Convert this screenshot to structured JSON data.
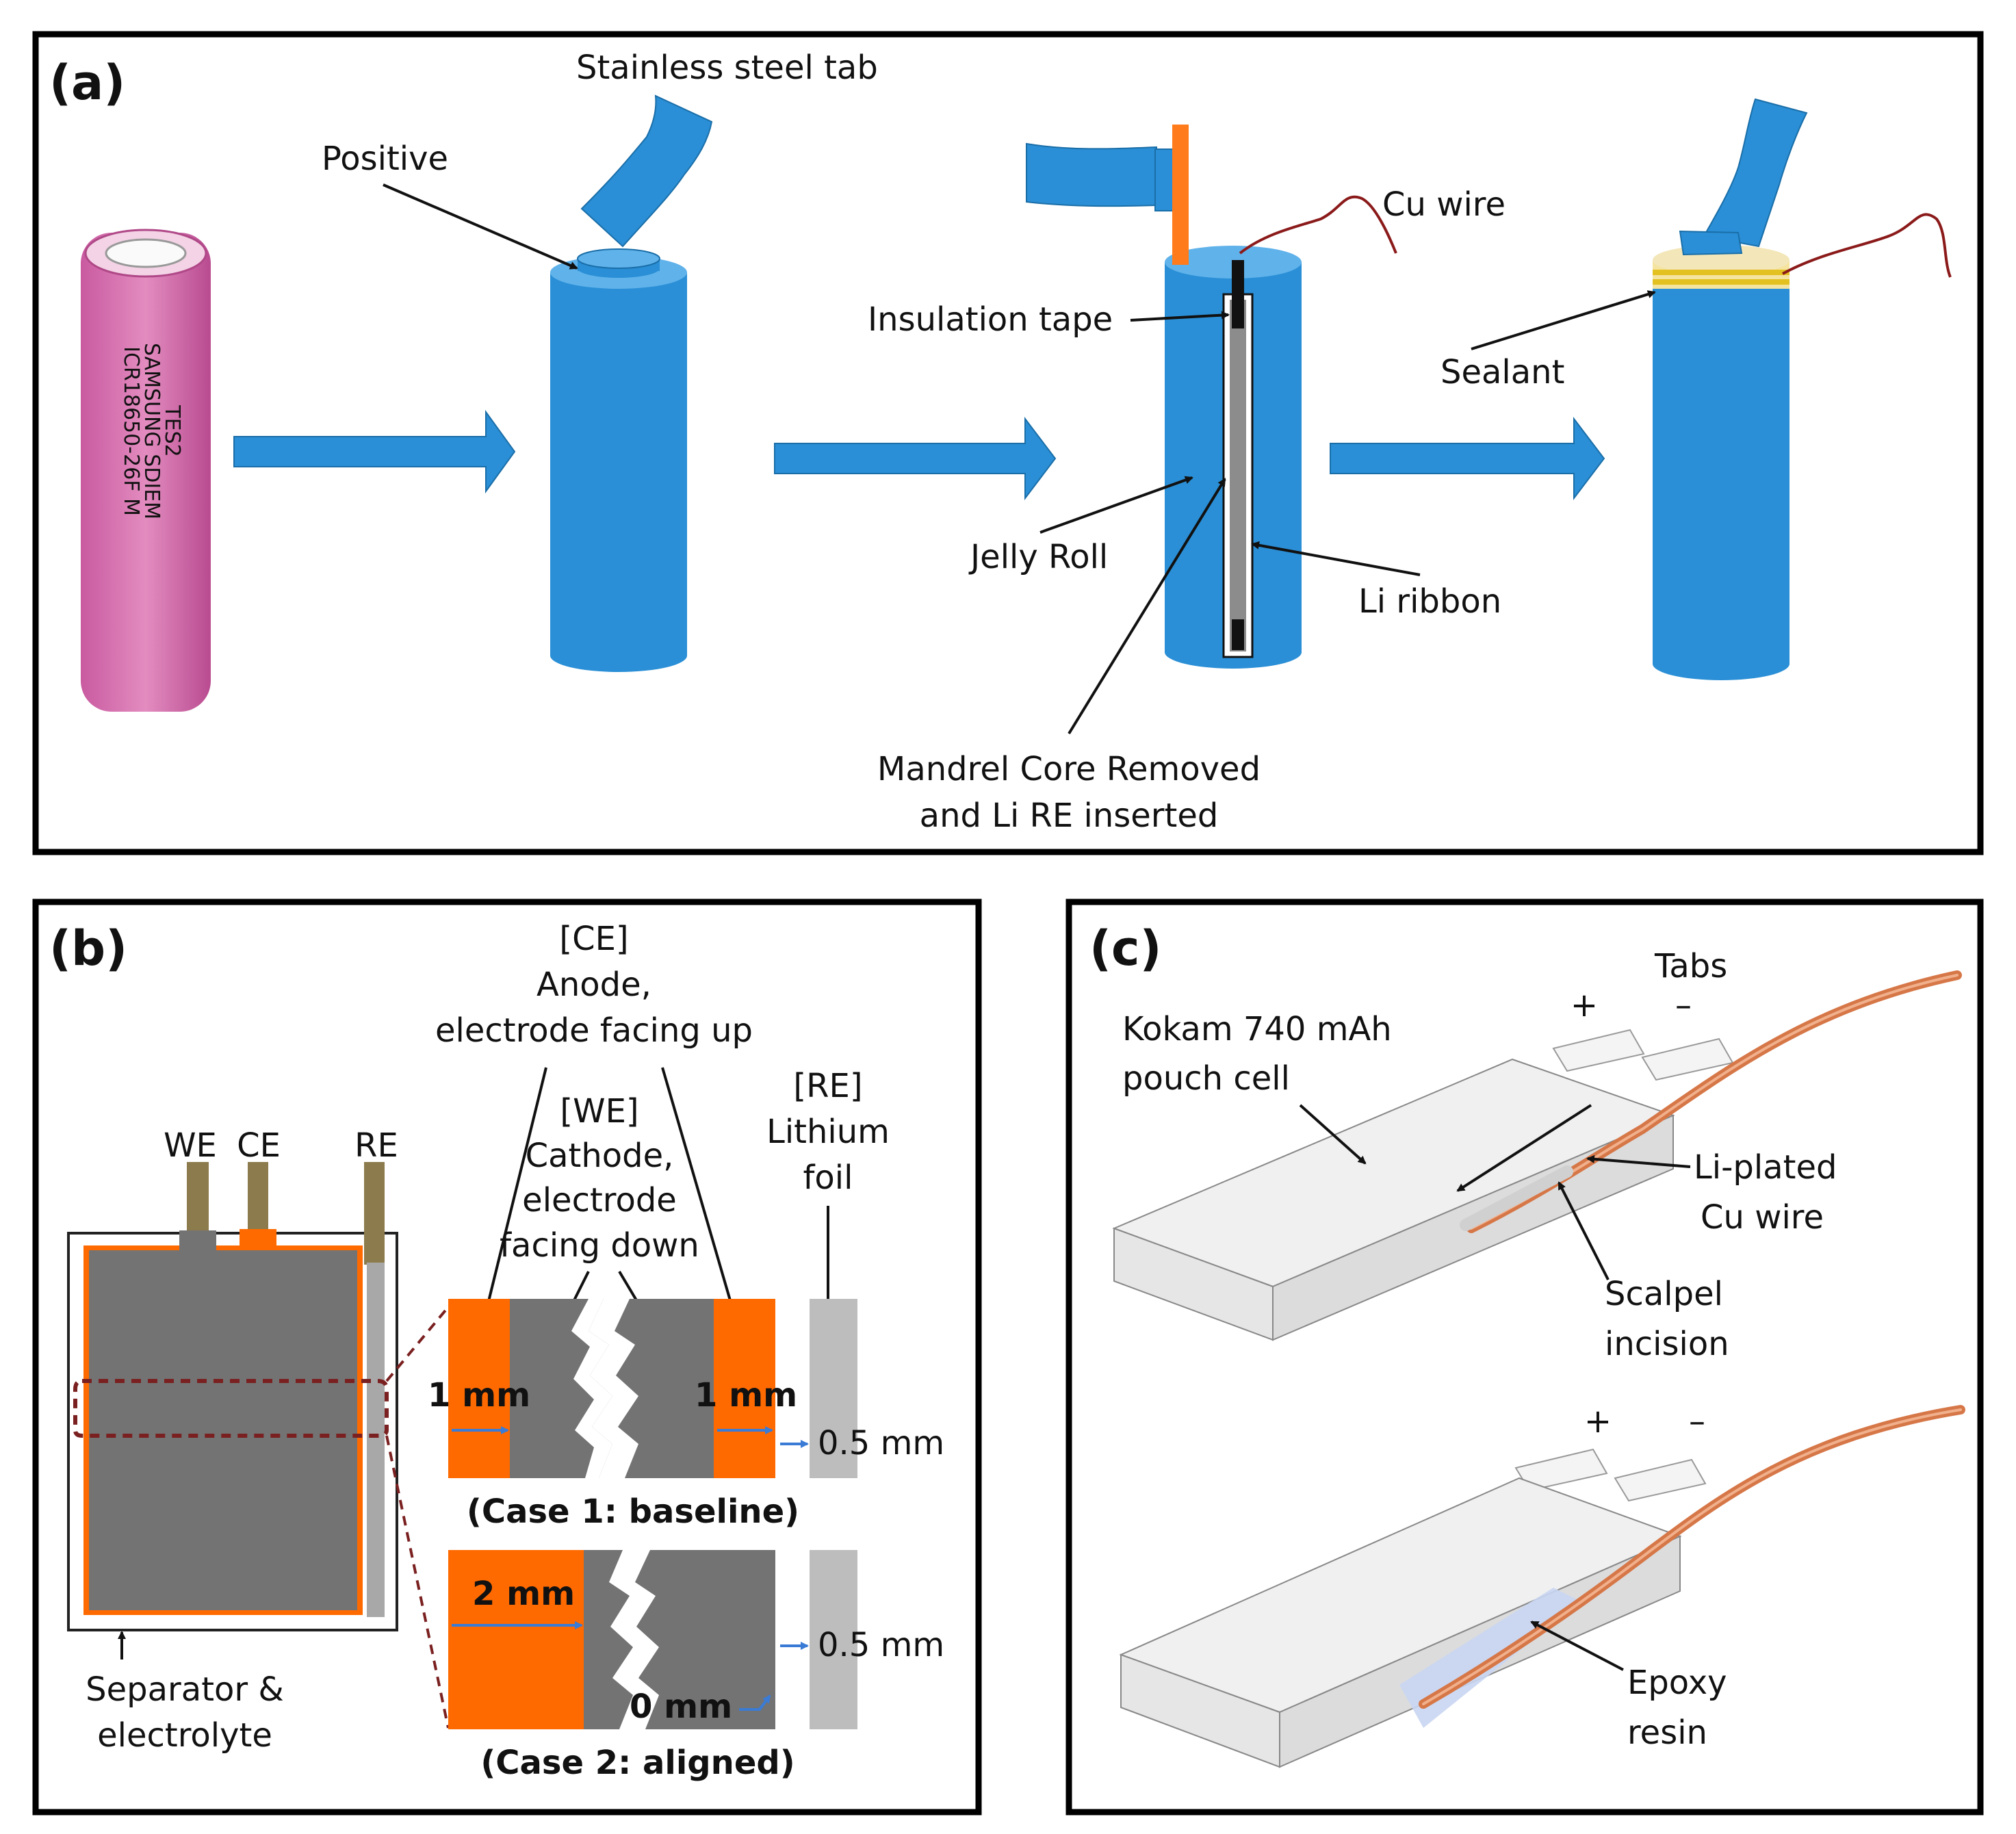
{
  "panel_a": {
    "letter": "(a)",
    "cell_print_1": "ICR18650-26F M",
    "cell_print_2": "SAMSUNG SDIEM",
    "cell_print_3": "TES2",
    "positive": "Positive",
    "stainless_steel_tab": "Stainless steel tab",
    "cu_wire": "Cu wire",
    "insulation_tape": "Insulation tape",
    "jelly_roll": "Jelly Roll",
    "li_ribbon": "Li ribbon",
    "mandrel_line1": "Mandrel Core Removed",
    "mandrel_line2": "and Li RE inserted",
    "sealant": "Sealant"
  },
  "panel_b": {
    "letter": "(b)",
    "we": "WE",
    "ce": "CE",
    "re": "RE",
    "separator_line1": "Separator &",
    "separator_line2": "electrolyte",
    "ce_tag": "[CE]",
    "ce_line1": "Anode,",
    "ce_line2": "electrode facing up",
    "we_tag": "[WE]",
    "we_line1": "Cathode,",
    "we_line2": "electrode",
    "we_line3": "facing down",
    "re_tag": "[RE]",
    "re_line1": "Lithium",
    "re_line2": "foil",
    "dim_1mm_left": "1 mm",
    "dim_1mm_right": "1 mm",
    "dim_05mm_1": "0.5 mm",
    "case1": "(Case 1: baseline)",
    "dim_2mm": "2 mm",
    "dim_0mm": "0 mm",
    "dim_05mm_2": "0.5 mm",
    "case2": "(Case 2: aligned)"
  },
  "panel_c": {
    "letter": "(c)",
    "tabs": "Tabs",
    "plus_1": "+",
    "minus_1": "–",
    "plus_2": "+",
    "minus_2": "–",
    "kokam_line1": "Kokam 740 mAh",
    "kokam_line2": "pouch cell",
    "li_plated_line1": "Li-plated",
    "li_plated_line2": "Cu wire",
    "scalpel_line1": "Scalpel",
    "scalpel_line2": "incision",
    "epoxy_line1": "Epoxy",
    "epoxy_line2": "resin"
  },
  "colors": {
    "cell_blue": "#2a8fd6",
    "cell_pink": "#d873b0",
    "orange": "#ff6a00",
    "grey": "#737373",
    "arrow_blue": "#2a8fd6",
    "cu_wire": "#8b1a1a",
    "dim_arrow": "#3a7bd5",
    "dashed": "#7a2020"
  }
}
